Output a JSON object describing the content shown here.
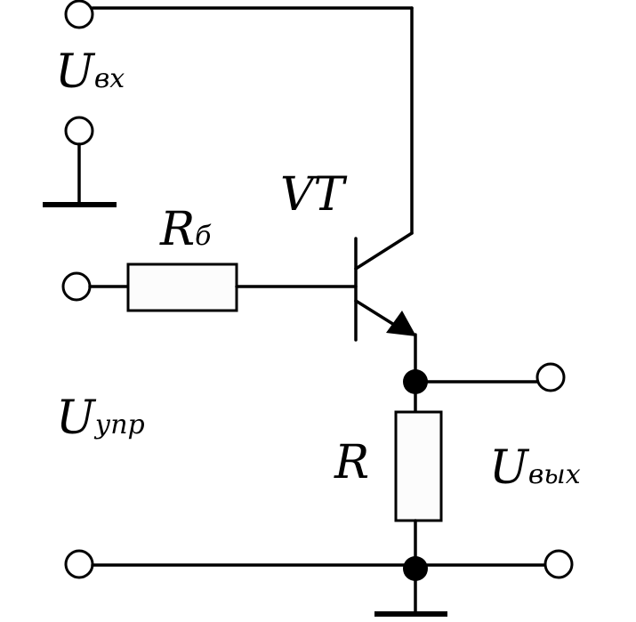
{
  "labels": {
    "u_in": {
      "main": "U",
      "sub": "вх"
    },
    "rb": {
      "main": "R",
      "sub": "б"
    },
    "vt": {
      "main": "VT"
    },
    "u_ctrl": {
      "main": "U",
      "sub": "упр"
    },
    "r": {
      "main": "R"
    },
    "u_out": {
      "main": "U",
      "sub": "вых"
    }
  },
  "colors": {
    "line": "#000000",
    "background": "#ffffff"
  }
}
